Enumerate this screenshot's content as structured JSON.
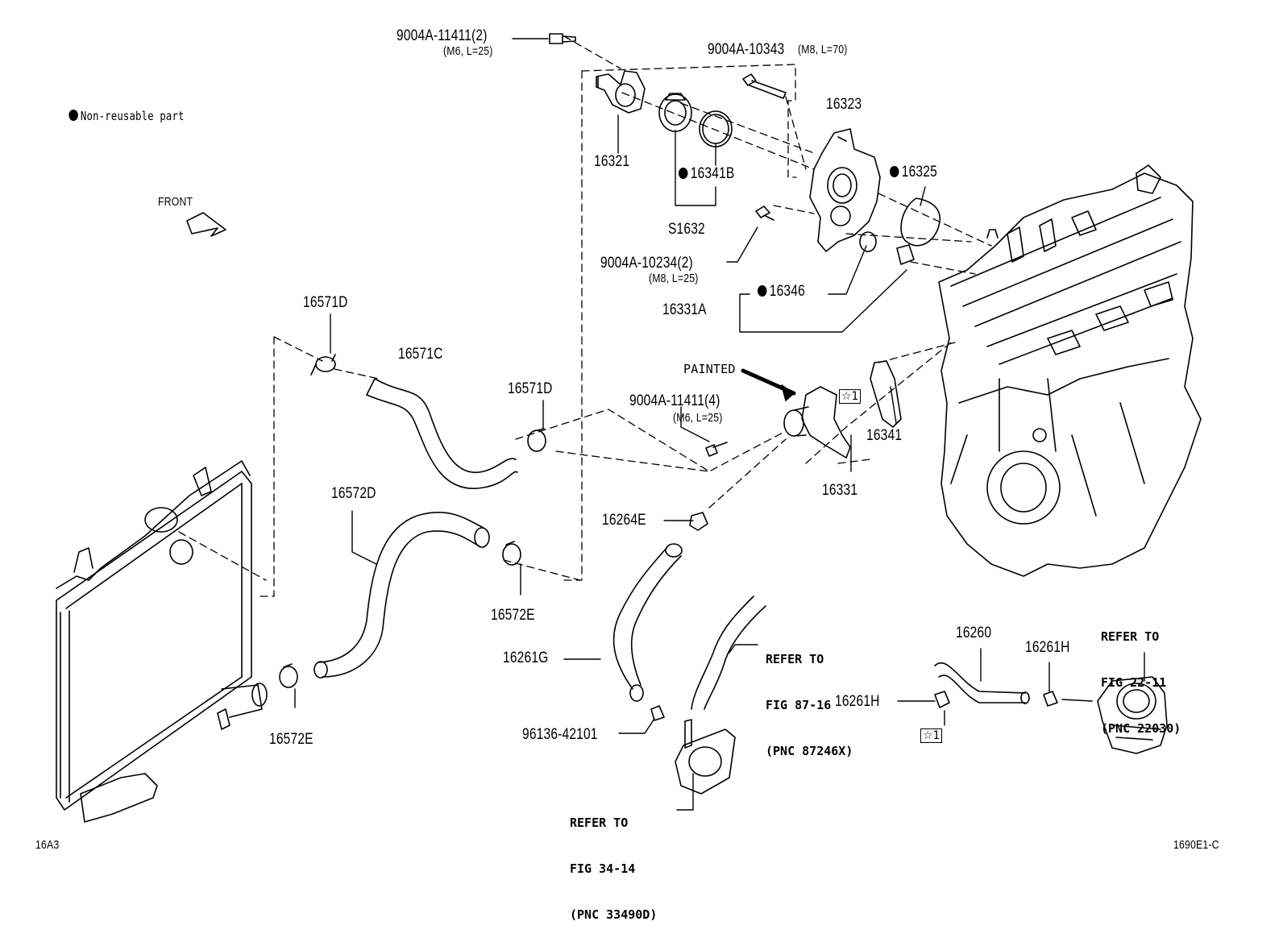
{
  "legend": {
    "non_reusable": "Non-reusable part"
  },
  "front_label": "FRONT",
  "painted_label": "PAINTED",
  "figure_code": "16A3",
  "figure_ref": "1690E1-C",
  "star_symbol": "☆1",
  "parts": {
    "p9004A_11411_2": "9004A-11411(2)",
    "p9004A_11411_2_spec": "(M6, L=25)",
    "p9004A_10343": "9004A-10343",
    "p9004A_10343_spec": "(M8, L=70)",
    "p16323": "16323",
    "p16321": "16321",
    "p16341B": "16341B",
    "p16325": "16325",
    "pS1632": "S1632",
    "p9004A_10234_2": "9004A-10234(2)",
    "p9004A_10234_2_spec": "(M8, L=25)",
    "p16346": "16346",
    "p16331A": "16331A",
    "p16571D_a": "16571D",
    "p16571C": "16571C",
    "p16571D_b": "16571D",
    "p9004A_11411_4": "9004A-11411(4)",
    "p9004A_11411_4_spec": "(M6, L=25)",
    "p16341": "16341",
    "p16331": "16331",
    "p16572D": "16572D",
    "p16264E": "16264E",
    "p16572E_a": "16572E",
    "p16572E_b": "16572E",
    "p16261G": "16261G",
    "p96136_42101": "96136-42101",
    "p16260": "16260",
    "p16261H_a": "16261H",
    "p16261H_b": "16261H"
  },
  "references": {
    "ref_87_16": {
      "l1": "REFER TO",
      "l2": "FIG 87-16",
      "l3": "(PNC 87246X)"
    },
    "ref_22_11": {
      "l1": "REFER TO",
      "l2": "FIG 22-11",
      "l3": "(PNC 22030)"
    },
    "ref_34_14": {
      "l1": "REFER TO",
      "l2": "FIG 34-14",
      "l3": "(PNC 33490D)"
    }
  }
}
